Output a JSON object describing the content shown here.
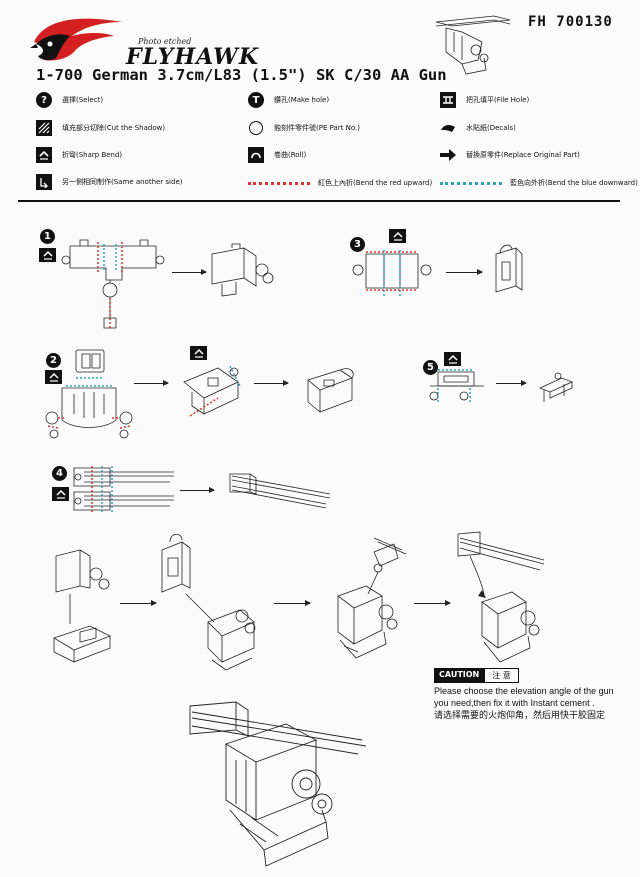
{
  "brand": {
    "name": "FLYHAWK",
    "subtitle": "Photo etched"
  },
  "product_code": "FH 700130",
  "title": "1-700 German 3.7cm/L83 (1.5\") SK C/30 AA Gun",
  "legend": {
    "select": "選擇(Select)",
    "make_hole": "鑽孔(Make hole)",
    "file_hole": "把孔填平(File Hole)",
    "cut_shadow": "填充部分切除(Cut the Shadow)",
    "pe_part": "蝕刻件零件號(PE Part No.)",
    "decals": "水貼紙(Decals)",
    "sharp_bend": "折彎(Sharp Bend)",
    "roll": "卷曲(Roll)",
    "replace": "替換原零件(Replace Original Part)",
    "same_side": "另一側相同制作(Same another side)",
    "bend_red": "紅色上內折(Bend the red upward)",
    "bend_blue": "藍色向外折(Bend the blue downward)"
  },
  "steps": {
    "s1": "1",
    "s2": "2",
    "s3": "3",
    "s4": "4",
    "s5": "5"
  },
  "caution": {
    "label_en": "CAUTION",
    "label_zh": "注 意",
    "text_en": "Please choose the elevation angle of the gun you need,then fix it with Instant cement .",
    "text_zh": "请选择需要的火炮仰角，然后用快干胶固定"
  },
  "colors": {
    "red_fold": "#dd3333",
    "blue_fold": "#2aa6b0",
    "logo_red": "#d42020"
  },
  "icons": {
    "select": "question-icon",
    "make_hole": "drill-icon",
    "file_hole": "file-hole-icon",
    "cut_shadow": "shadow-cut-icon",
    "pe_part": "part-number-icon",
    "decals": "decal-icon",
    "sharp_bend": "sharp-bend-icon",
    "roll": "roll-icon",
    "replace": "replace-arrow-icon",
    "same_side": "same-side-icon"
  }
}
